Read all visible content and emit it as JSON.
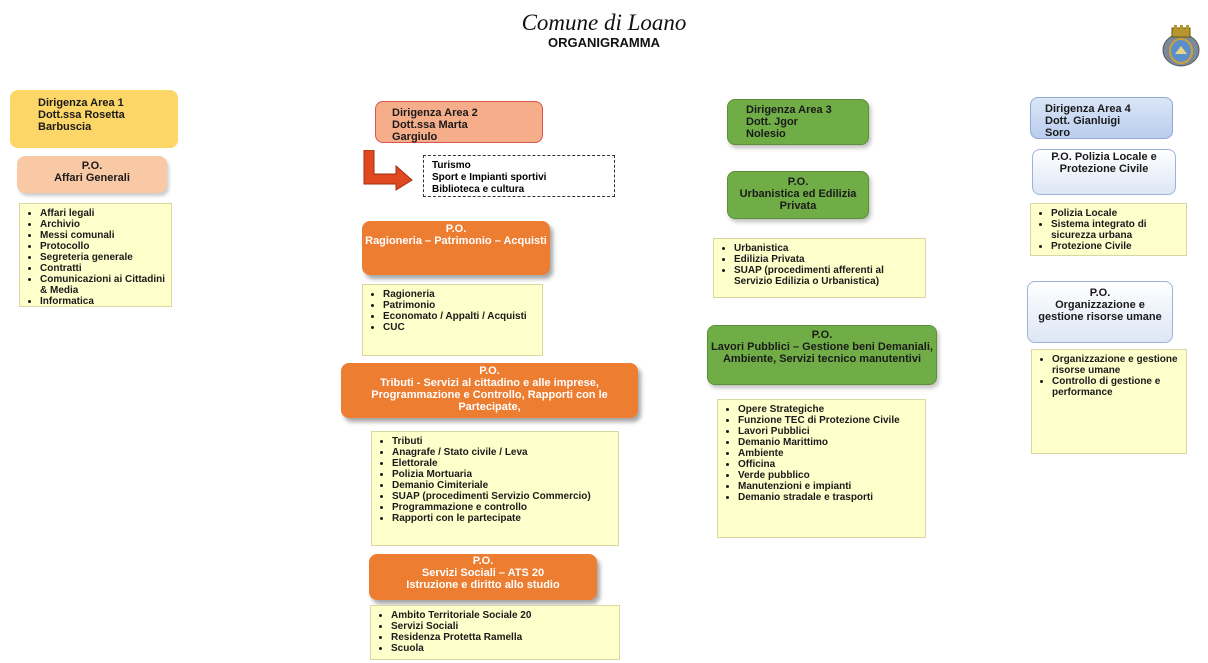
{
  "header": {
    "title": "Comune di Loano",
    "subtitle": "ORGANIGRAMMA"
  },
  "area1": {
    "title": "Dirigenza Area 1",
    "name": "Dott.ssa Rosetta Barbuscia",
    "po": "P.O.\nAffari Generali",
    "items": [
      "Affari legali",
      "Archivio",
      "Messi comunali",
      "Protocollo",
      "Segreteria generale",
      "Contratti",
      "Comunicazioni ai Cittadini & Media",
      "Informatica"
    ]
  },
  "area2": {
    "title": "Dirigenza Area 2",
    "name": "Dott.ssa Marta Gargiulo",
    "direct": [
      "Turismo",
      "Sport e Impianti sportivi",
      "Biblioteca e cultura"
    ],
    "po1": "P.O.\nRagioneria – Patrimonio – Acquisti",
    "po1_items": [
      "Ragioneria",
      "Patrimonio",
      "Economato / Appalti / Acquisti",
      "CUC"
    ],
    "po2": "P.O.\nTributi - Servizi al cittadino e alle imprese, Programmazione e Controllo, Rapporti con le Partecipate,",
    "po2_items": [
      "Tributi",
      "Anagrafe / Stato civile /  Leva",
      "Elettorale",
      "Polizia Mortuaria",
      "Demanio Cimiteriale",
      "SUAP (procedimenti Servizio Commercio)",
      "Programmazione e controllo",
      "Rapporti con le partecipate"
    ],
    "po3": "P.O.\nServizi Sociali – ATS 20\nIstruzione e diritto  allo studio",
    "po3_items": [
      "Ambito Territoriale Sociale 20",
      "Servizi Sociali",
      "Residenza Protetta  Ramella",
      "Scuola"
    ]
  },
  "area3": {
    "title": "Dirigenza Area 3",
    "name": "Dott. Jgor Nolesio",
    "po1": "P.O.\nUrbanistica ed Edilizia Privata",
    "po1_items": [
      "Urbanistica",
      "Edilizia Privata",
      "SUAP (procedimenti afferenti al Servizio Edilizia o Urbanistica)"
    ],
    "po2": "P.O.\nLavori Pubblici – Gestione beni Demaniali, Ambiente, Servizi tecnico manutentivi",
    "po2_items": [
      "Opere Strategiche",
      "Funzione TEC di Protezione Civile",
      "Lavori Pubblici",
      "Demanio Marittimo",
      "Ambiente",
      "Officina",
      "Verde pubblico",
      "Manutenzioni e impianti",
      "Demanio stradale e trasporti"
    ]
  },
  "area4": {
    "title": "Dirigenza Area 4",
    "name": "Dott. Gianluigi Soro",
    "po1": "P.O. Polizia Locale e Protezione Civile",
    "po1_items": [
      "Polizia Locale",
      "Sistema integrato di sicurezza urbana",
      "Protezione Civile"
    ],
    "po2": "P.O.\nOrganizzazione e gestione risorse umane",
    "po2_items": [
      "Organizzazione e gestione risorse umane",
      "Controllo di gestione e performance"
    ]
  },
  "colors": {
    "orange": "#ed7d31",
    "green": "#70ad47",
    "yellow": "#fcd666",
    "salmon": "#f6ae8a",
    "list_bg": "#ffffcc",
    "arrow": "#e0481f"
  },
  "icons": {
    "crest": "coat-of-arms-icon",
    "arrow": "arrow-right-icon"
  }
}
